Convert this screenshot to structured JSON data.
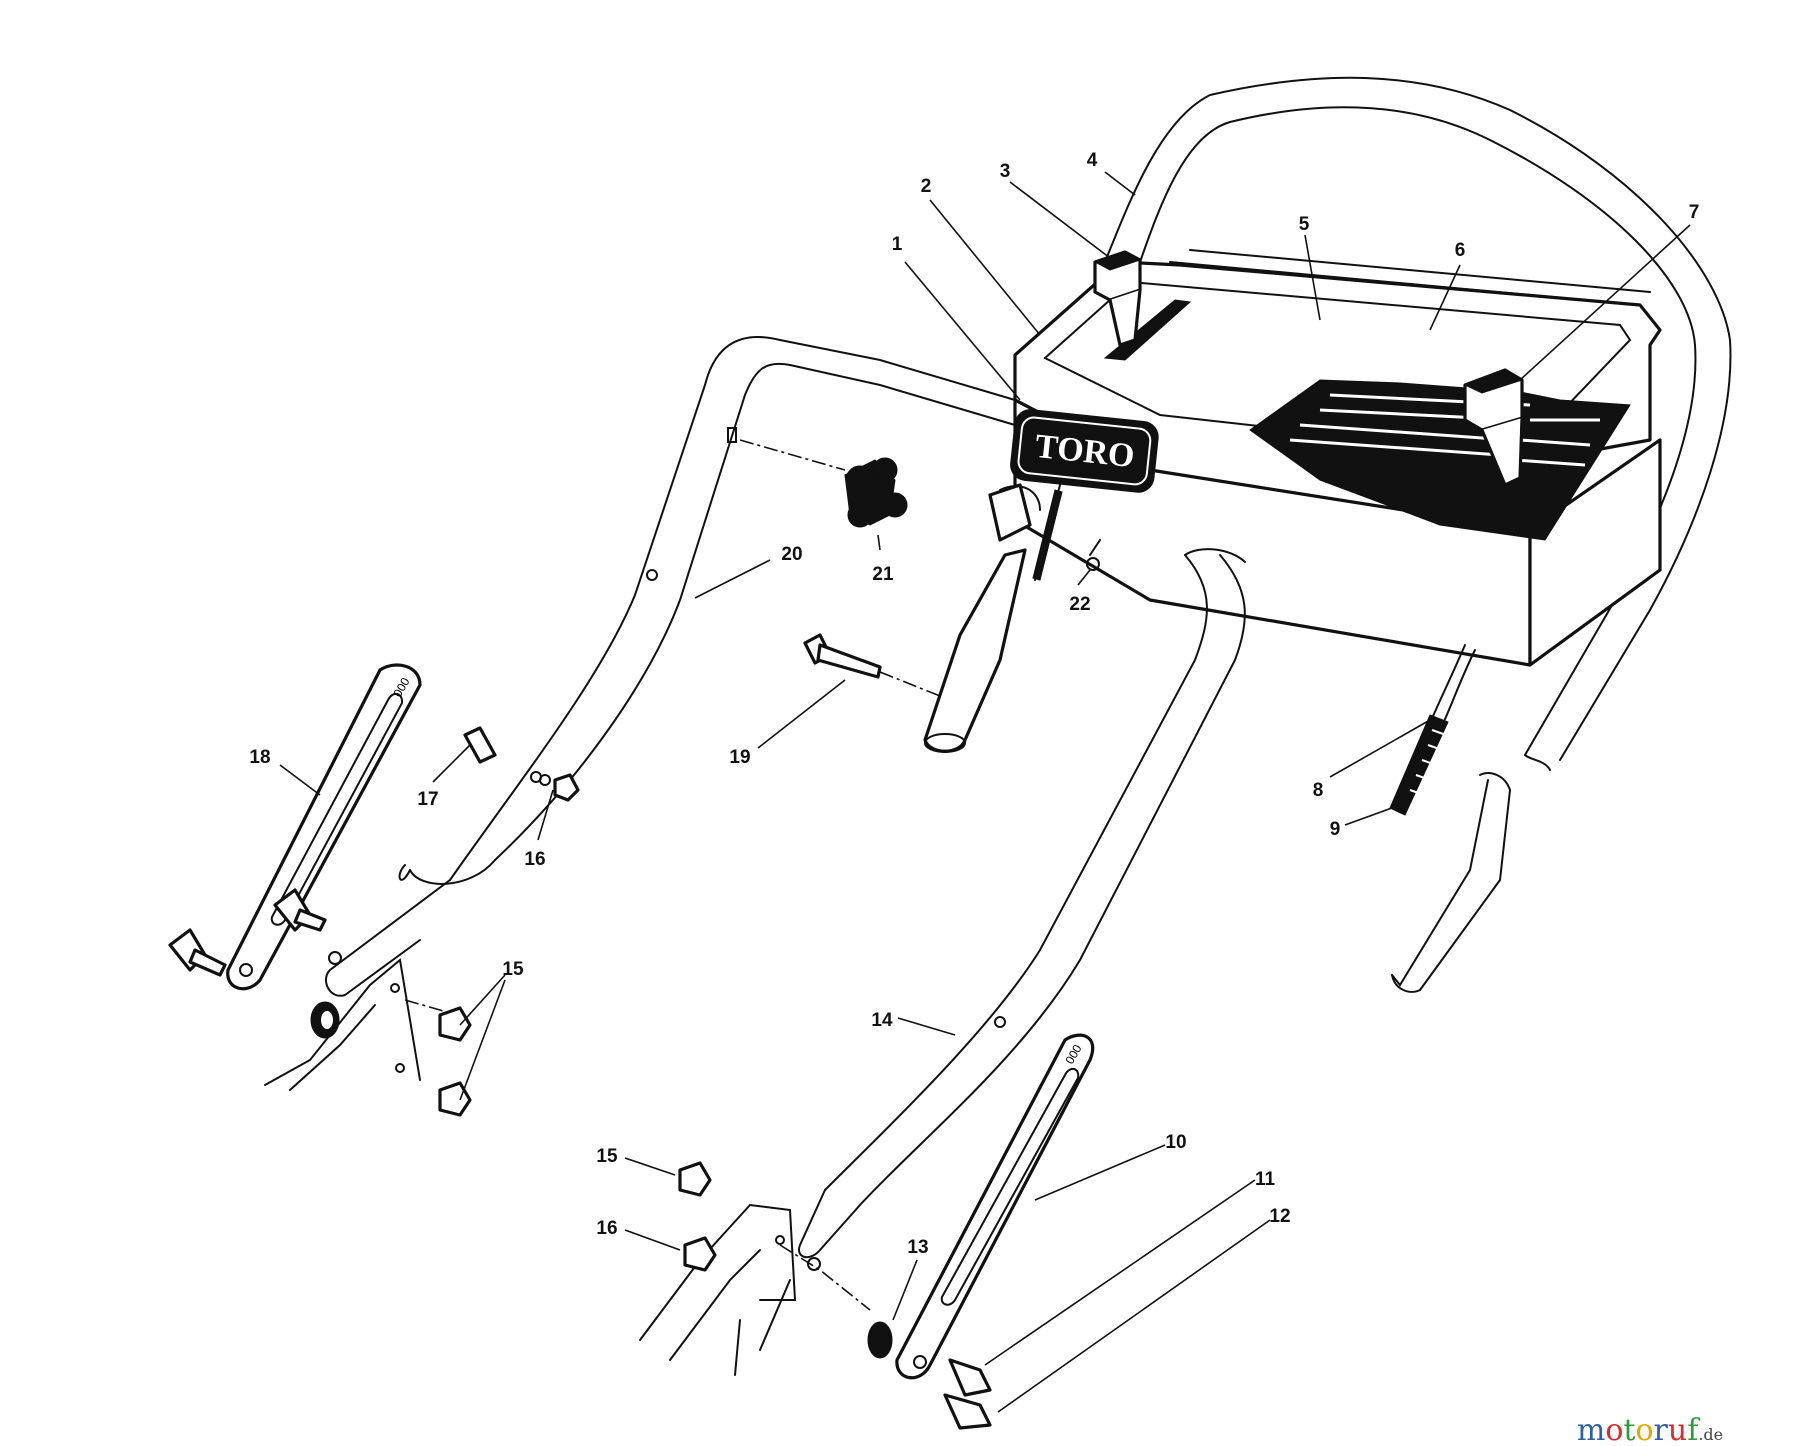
{
  "diagram": {
    "brand_text": "TORO",
    "labels": [
      {
        "id": "1",
        "text": "1"
      },
      {
        "id": "2",
        "text": "2"
      },
      {
        "id": "3",
        "text": "3"
      },
      {
        "id": "4",
        "text": "4"
      },
      {
        "id": "5",
        "text": "5"
      },
      {
        "id": "6",
        "text": "6"
      },
      {
        "id": "7",
        "text": "7"
      },
      {
        "id": "8",
        "text": "8"
      },
      {
        "id": "9",
        "text": "9"
      },
      {
        "id": "10",
        "text": "10"
      },
      {
        "id": "11",
        "text": "11"
      },
      {
        "id": "12",
        "text": "12"
      },
      {
        "id": "13",
        "text": "13"
      },
      {
        "id": "14",
        "text": "14"
      },
      {
        "id": "15a",
        "text": "15"
      },
      {
        "id": "15b",
        "text": "15"
      },
      {
        "id": "16a",
        "text": "16"
      },
      {
        "id": "16b",
        "text": "16"
      },
      {
        "id": "17",
        "text": "17"
      },
      {
        "id": "18",
        "text": "18"
      },
      {
        "id": "19",
        "text": "19"
      },
      {
        "id": "20",
        "text": "20"
      },
      {
        "id": "21",
        "text": "21"
      },
      {
        "id": "22",
        "text": "22"
      }
    ]
  },
  "watermark": {
    "letters": [
      "m",
      "o",
      "t",
      "o",
      "r",
      "u",
      "f",
      ".de"
    ],
    "colors": [
      "#2f5fa8",
      "#d92b2b",
      "#2f9a3a",
      "#e0a800",
      "#2f5fa8",
      "#d92b2b",
      "#2f9a3a",
      "#444444"
    ]
  }
}
